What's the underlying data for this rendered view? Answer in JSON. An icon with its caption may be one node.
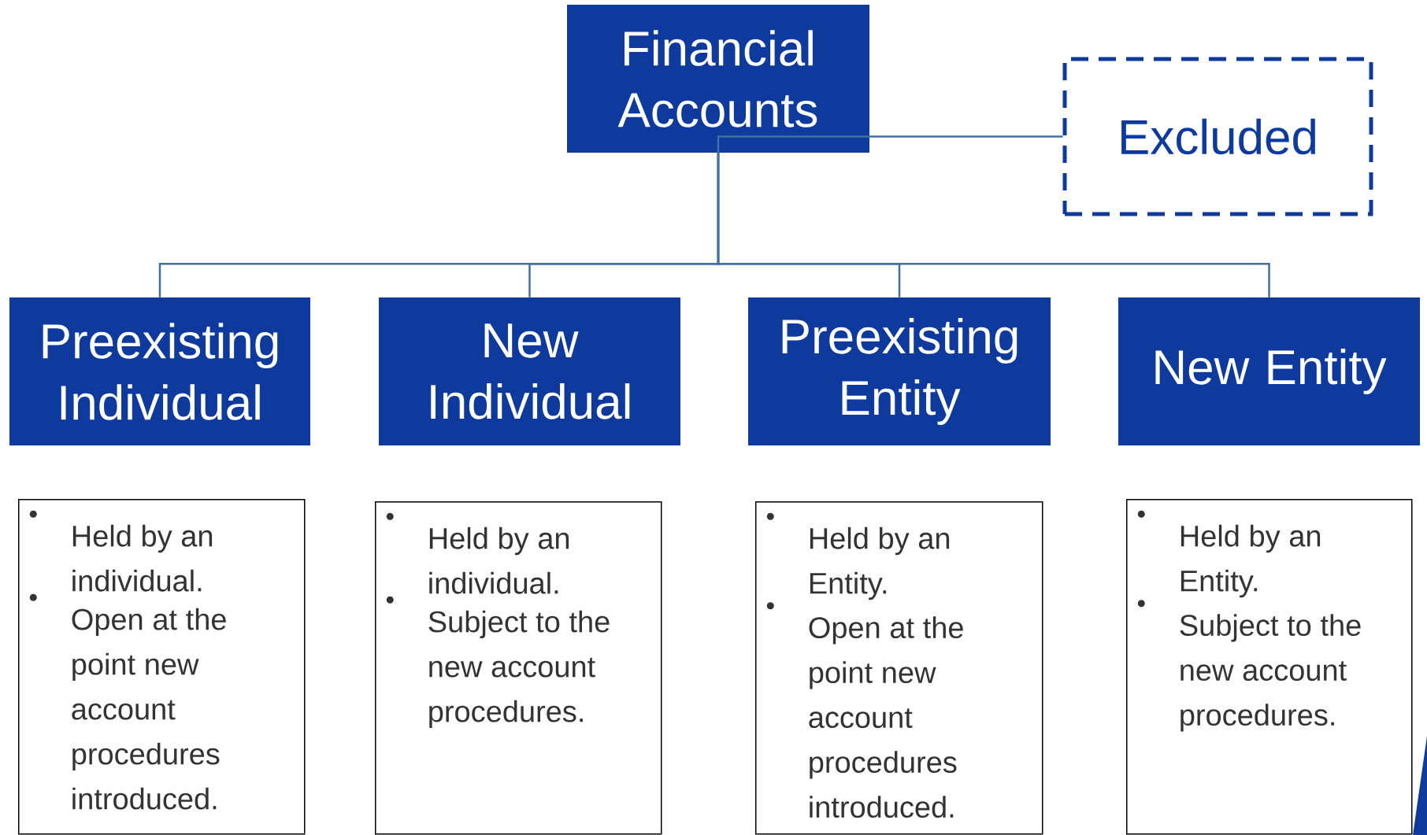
{
  "diagram": {
    "nodes": [
      {
        "text": [
          "Financial Accounts"
        ]
      },
      {
        "text": [
          "Excluded"
        ]
      },
      {
        "text": [
          "Preexisting Individual"
        ]
      },
      {
        "text": [
          "New Individual"
        ]
      },
      {
        "text": [
          "Preexisting Entity"
        ]
      },
      {
        "text": [
          "New Entity"
        ]
      },
      {
        "text": [
          "Held by an individual.",
          "Open at the point new account procedures introduced."
        ]
      },
      {
        "text": [
          "Held by an individual.",
          "Subject to the new account procedures."
        ]
      },
      {
        "text": [
          "Held by an Entity.",
          "Open at the point new account procedures introduced."
        ]
      },
      {
        "text": [
          "Held by an Entity.",
          "Subject to the new account procedures."
        ]
      }
    ],
    "edges": [
      {
        "from": 0,
        "to": 1,
        "arrow": "none"
      },
      {
        "from": 0,
        "to": 2,
        "arrow": "none"
      },
      {
        "from": 0,
        "to": 3,
        "arrow": "none"
      },
      {
        "from": 0,
        "to": 4,
        "arrow": "none"
      },
      {
        "from": 0,
        "to": 5,
        "arrow": "none"
      }
    ]
  }
}
